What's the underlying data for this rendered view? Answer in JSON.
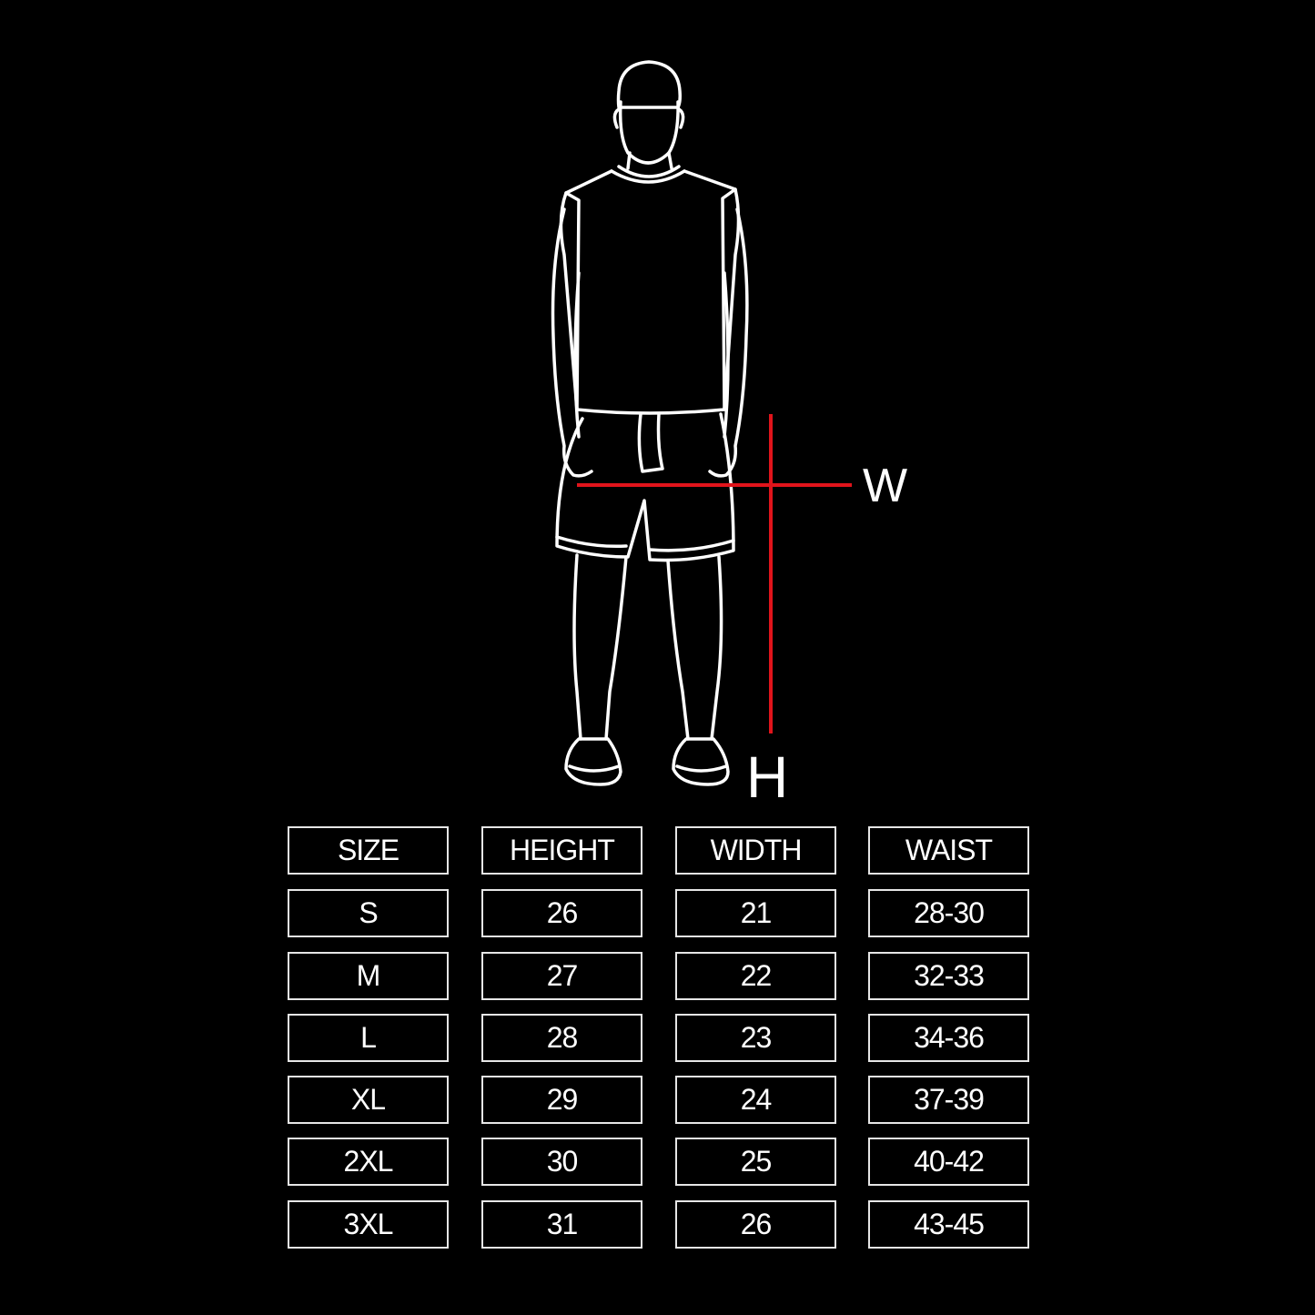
{
  "colors": {
    "background": "#000000",
    "outline": "#ffffff",
    "measure": "#e0141b"
  },
  "measure_labels": {
    "width": "W",
    "height": "H"
  },
  "table": {
    "headers": [
      "SIZE",
      "HEIGHT",
      "WIDTH",
      "WAIST"
    ],
    "rows": [
      [
        "S",
        "26",
        "21",
        "28-30"
      ],
      [
        "M",
        "27",
        "22",
        "32-33"
      ],
      [
        "L",
        "28",
        "23",
        "34-36"
      ],
      [
        "XL",
        "29",
        "24",
        "37-39"
      ],
      [
        "2XL",
        "30",
        "25",
        "40-42"
      ],
      [
        "3XL",
        "31",
        "26",
        "43-45"
      ]
    ]
  }
}
